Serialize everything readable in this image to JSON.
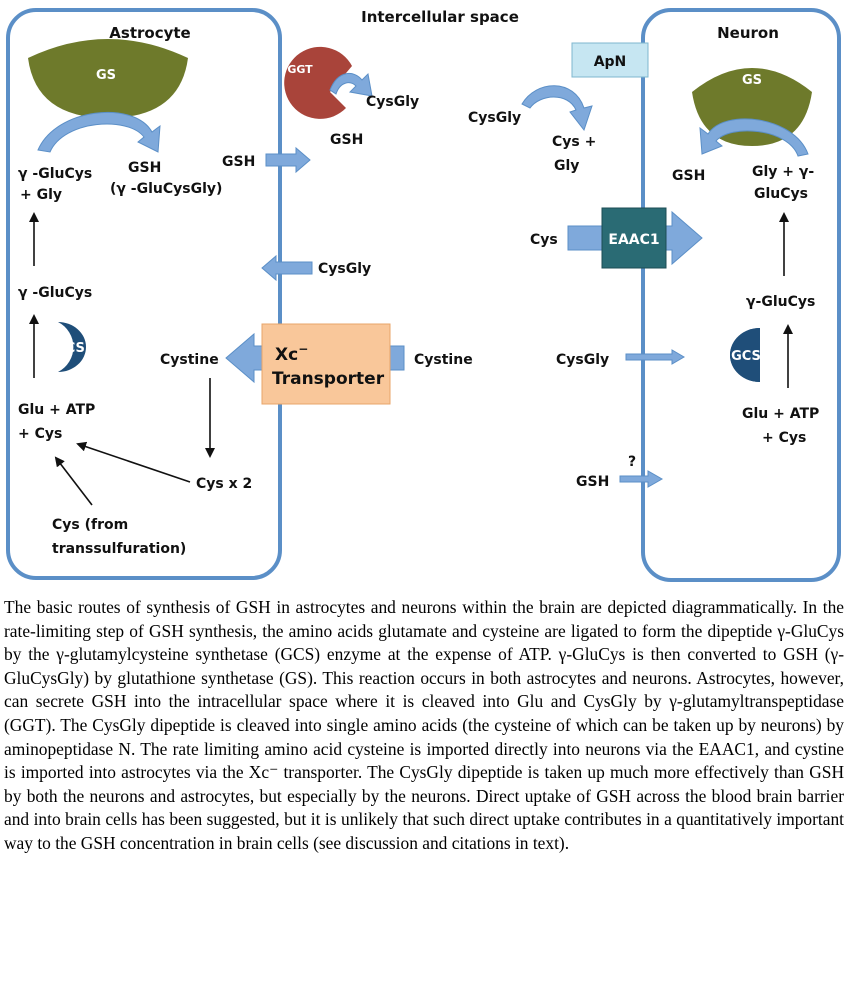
{
  "diagram": {
    "title": "Intercellular space",
    "astrocyte": {
      "title": "Astrocyte",
      "gs": "GS",
      "gglucys_gly_1": "γ -GluCys",
      "gglucys_gly_2": "+ Gly",
      "gsh_1": "GSH",
      "gsh_2": "(γ -GluCysGly)",
      "gglucys": "γ -GluCys",
      "gcs": "GCS",
      "glu_atp_1": "Glu + ATP",
      "glu_atp_2": "+ Cys",
      "cystine": "Cystine",
      "cys_x2": "Cys x 2",
      "cys_trans_1": "Cys (from",
      "cys_trans_2": "transsulfuration)"
    },
    "intercellular": {
      "ggt": "GGT",
      "cysgly_top": "CysGly",
      "gsh_top": "GSH",
      "gsh_out": "GSH",
      "cysgly_mid": "CysGly",
      "xc_line1": "Xc",
      "xc_sup": "−",
      "xc_line2": "Transporter",
      "cystine_ext": "Cystine",
      "apn": "ApN",
      "cysgly_apn": "CysGly",
      "cys_gly_1": "Cys +",
      "cys_gly_2": "Gly",
      "cys_eaac": "Cys",
      "eaac1": "EAAC1",
      "cysgly_neuron": "CysGly",
      "gsh_neuron": "GSH",
      "question": "?"
    },
    "neuron": {
      "title": "Neuron",
      "gs": "GS",
      "gsh": "GSH",
      "gly_gglucys_1": "Gly + γ-",
      "gly_gglucys_2": "GluCys",
      "gglucys": "γ-GluCys",
      "gcs": "GCS",
      "glu_atp_1": "Glu + ATP",
      "glu_atp_2": "+ Cys"
    },
    "colors": {
      "membrane": "#5b8fc7",
      "gs": "#6e7a2b",
      "gcs": "#1f4e79",
      "ggt": "#a9443a",
      "arrow_fill": "#7fa9db",
      "xc_box": "#f9c79a",
      "eaac1": "#2a6b74",
      "apn_box": "#c6e6f2"
    }
  },
  "caption": "The basic routes of synthesis of GSH in astrocytes and neurons within the brain are depicted diagrammatically. In the rate-limiting step of GSH synthesis, the amino acids glutamate and cysteine are ligated to form the dipeptide γ-GluCys by the γ-glutamylcysteine synthetase (GCS) enzyme at the expense of ATP. γ-GluCys is then converted to GSH (γ-GluCysGly) by glutathione synthetase (GS). This reaction occurs in both astrocytes and neurons. Astrocytes, however, can secrete GSH into the intracellular space where it is cleaved into Glu and CysGly by γ-glutamyltranspeptidase (GGT). The CysGly dipeptide is cleaved into single amino acids (the cysteine of which can be taken up by neurons) by aminopeptidase N. The rate limiting amino acid cysteine is imported directly into neurons via the EAAC1, and cystine is imported into astrocytes via the Xc⁻ transporter. The CysGly dipeptide is taken up much more effectively than GSH by both the neurons and astrocytes, but especially by the neurons. Direct uptake of GSH across the blood brain barrier and into brain cells has been suggested, but it is unlikely that such direct uptake contributes in a quantitatively important way to the GSH concentration in brain cells (see discussion and citations in text)."
}
